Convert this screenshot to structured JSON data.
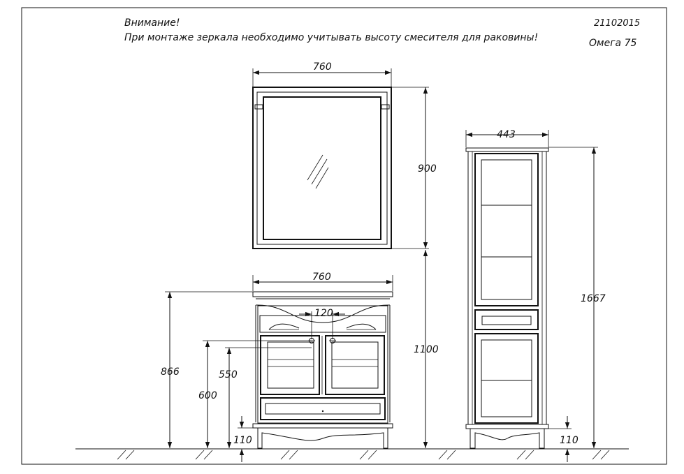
{
  "notes": {
    "warning_title": "Внимание!",
    "warning_text": "При монтаже зеркала необходимо учитывать высоту смесителя для раковины!",
    "doc_date": "21102015",
    "model_name": "Омега 75"
  },
  "dimensions": {
    "mirror_width": "760",
    "mirror_height": "900",
    "mirror_mount_height": "1100",
    "vanity_width": "760",
    "faucet_spacing": "120",
    "vanity_height": "866",
    "outlet_height_600": "600",
    "outlet_height_550": "550",
    "vanity_leg_height": "110",
    "cabinet_width": "443",
    "cabinet_height": "1667",
    "cabinet_leg_height": "110"
  }
}
